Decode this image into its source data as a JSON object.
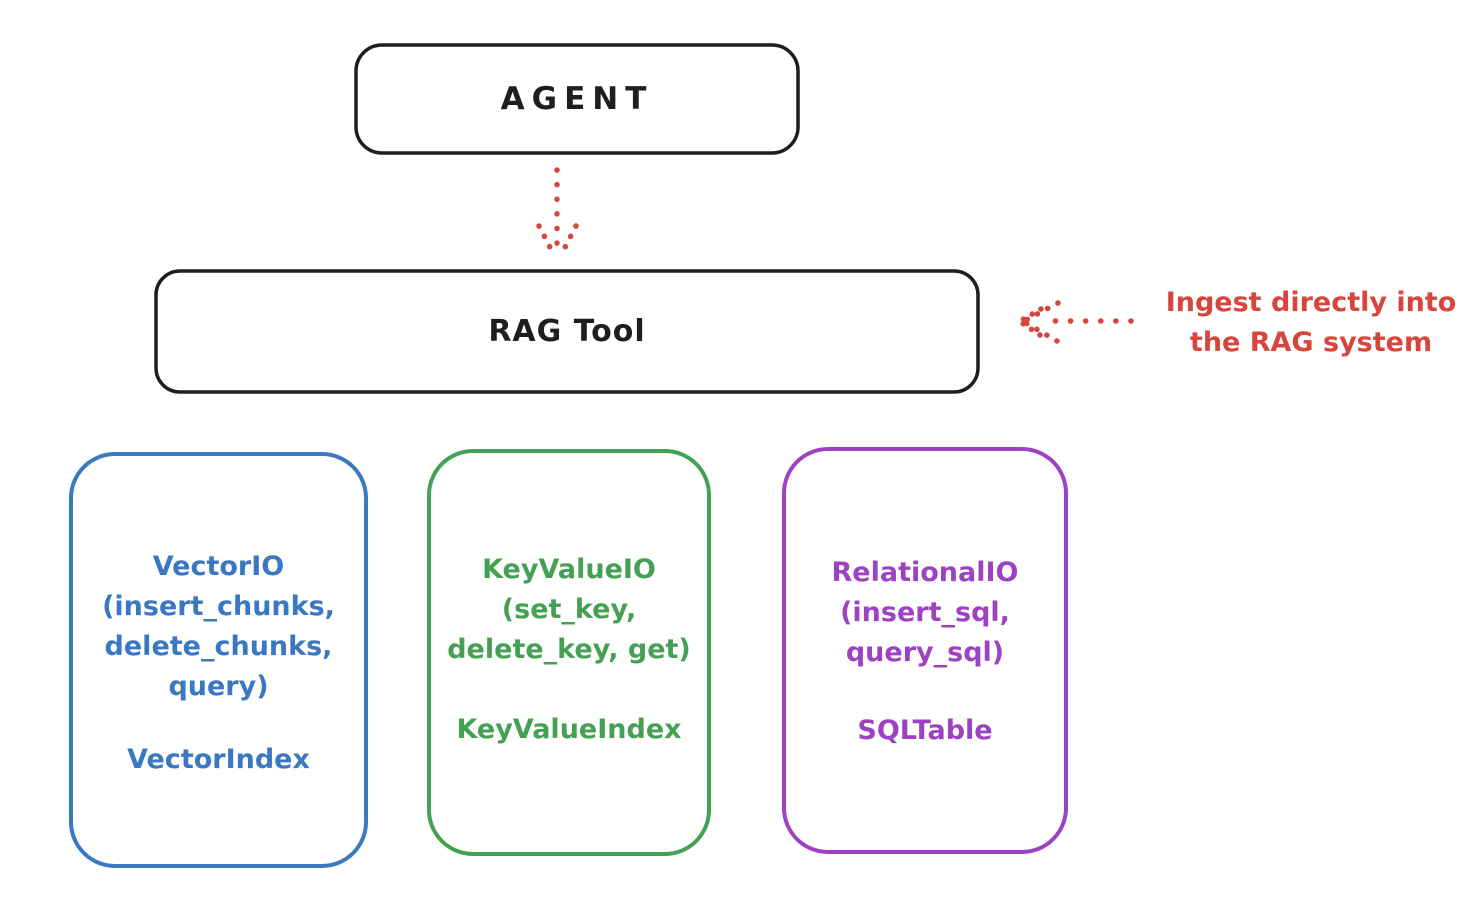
{
  "agent_box": {
    "label": "AGENT",
    "stroke": "#1e1e1e"
  },
  "rag_tool_box": {
    "label": "RAG Tool",
    "stroke": "#1e1e1e"
  },
  "ingest_annotation": {
    "line1": "Ingest directly into",
    "line2": "the RAG system",
    "color": "#d8453d"
  },
  "arrows": {
    "agent_to_rag": {
      "color": "#d8453d",
      "style": "dotted"
    },
    "ingest_to_rag": {
      "color": "#d8453d",
      "style": "dotted"
    }
  },
  "backends": [
    {
      "name": "vector-io",
      "color": "#3a78c2",
      "lines": [
        "VectorIO",
        "(insert_chunks,",
        "delete_chunks,",
        "query)"
      ],
      "footer": "VectorIndex"
    },
    {
      "name": "keyvalue-io",
      "color": "#44a053",
      "lines": [
        "KeyValueIO",
        "(set_key,",
        "delete_key, get)"
      ],
      "footer": "KeyValueIndex"
    },
    {
      "name": "relational-io",
      "color": "#9c42c2",
      "lines": [
        "RelationalIO",
        "(insert_sql,",
        "query_sql)"
      ],
      "footer": "SQLTable"
    }
  ]
}
